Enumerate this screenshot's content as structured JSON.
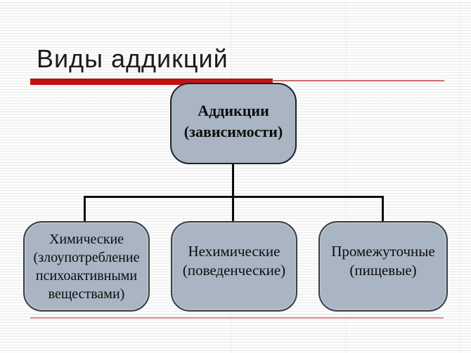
{
  "slide": {
    "title": "Виды аддикций",
    "colors": {
      "accent_red_bar": "#c01010",
      "thin_rule_red": "#cd6a6a",
      "footer_rule_red": "#dd8f8f",
      "node_fill": "#a9b5c2",
      "node_border": "#3a3f46",
      "connector_black": "#0b0b0b",
      "title_text": "#1b1b1b"
    }
  },
  "diagram": {
    "root": {
      "lines": [
        "Аддикции",
        "(зависимости)"
      ]
    },
    "children": [
      {
        "lines": [
          "Химические",
          "(злоупотребление",
          "психоактивными",
          "веществами)"
        ]
      },
      {
        "lines": [
          "Нехимические",
          "(поведенческие)"
        ]
      },
      {
        "lines": [
          "Промежуточные",
          "(пищевые)"
        ]
      }
    ]
  }
}
